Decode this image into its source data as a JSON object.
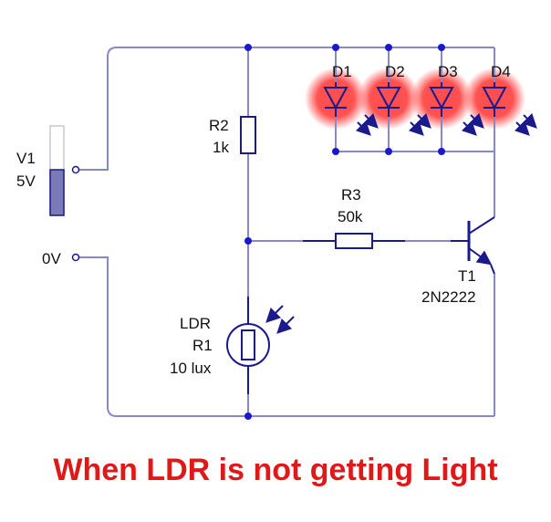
{
  "colors": {
    "wire": "#8888cc",
    "component": "#1a1a8c",
    "led_glow": "#ff3333",
    "caption": "#e01818",
    "supply_bar": "#7a7ab8"
  },
  "source": {
    "name": "V1",
    "value": "5V",
    "ground_label": "0V"
  },
  "resistors": [
    {
      "name": "R2",
      "value": "1k"
    },
    {
      "name": "R3",
      "value": "50k"
    }
  ],
  "ldr": {
    "type_label": "LDR",
    "name": "R1",
    "value": "10 lux"
  },
  "transistor": {
    "name": "T1",
    "part": "2N2222"
  },
  "leds": [
    {
      "name": "D1",
      "state": "on"
    },
    {
      "name": "D2",
      "state": "on"
    },
    {
      "name": "D3",
      "state": "on"
    },
    {
      "name": "D4",
      "state": "on"
    }
  ],
  "caption": "When LDR is not getting Light"
}
